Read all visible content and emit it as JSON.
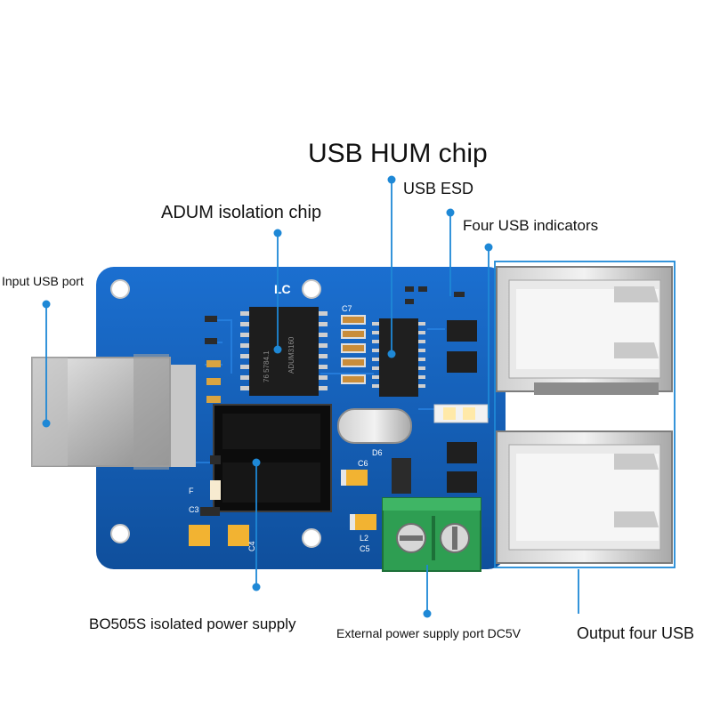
{
  "labels": {
    "usb_hub_chip": "USB HUM chip",
    "usb_esd": "USB ESD",
    "adum_chip": "ADUM isolation chip",
    "four_indicators": "Four USB indicators",
    "input_usb": "Input USB port",
    "power_supply": "BO505S isolated power supply",
    "external_power": "External power supply port DC5V",
    "output_usb": "Output four USB"
  },
  "board": {
    "silk_logo": "LC",
    "chip_marking_1": "ADUM3160",
    "chip_marking_2": "76 5784.1",
    "silk_c7": "C7",
    "silk_c6": "C6",
    "silk_c5": "C5",
    "silk_c3": "C3",
    "silk_c4": "C4",
    "silk_l2": "L2",
    "silk_d6": "D6",
    "silk_f": "F"
  },
  "colors": {
    "pcb": "#1560b8",
    "callout": "#1e88d6",
    "terminal": "#2e9e52"
  }
}
